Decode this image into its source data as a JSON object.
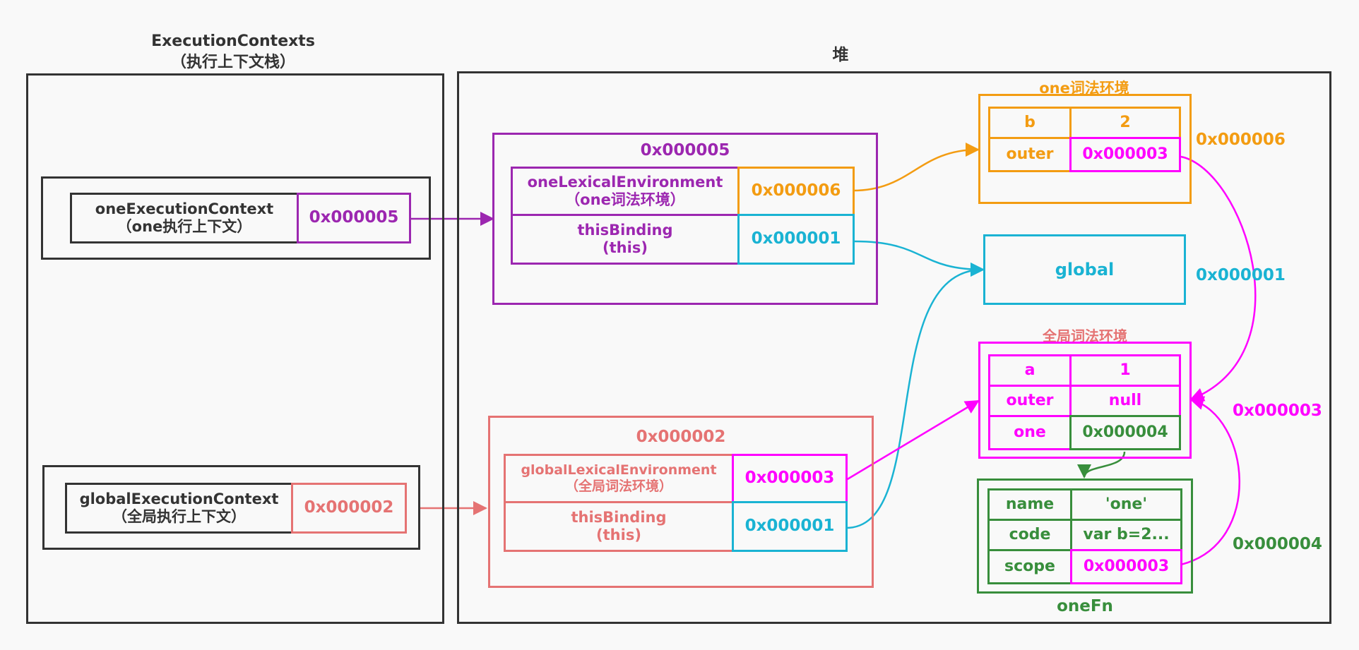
{
  "stack": {
    "title": "ExecutionContexts",
    "subtitle": "（执行上下文栈）",
    "one_ctx": {
      "name": "oneExecutionContext",
      "name2": "（one执行上下文）",
      "addr": "0x000005"
    },
    "global_ctx": {
      "name": "globalExecutionContext",
      "name2": "（全局执行上下文）",
      "addr": "0x000002"
    }
  },
  "heap": {
    "title": "堆",
    "obj5": {
      "addr": "0x000005",
      "lex_label": "oneLexicalEnvironment",
      "lex_label2": "（one词法环境）",
      "lex_value": "0x000006",
      "this_label": "thisBinding",
      "this_label2": "(this)",
      "this_value": "0x000001"
    },
    "obj2": {
      "addr": "0x000002",
      "lex_label": "globalLexicalEnvironment",
      "lex_label2": "（全局词法环境）",
      "lex_value": "0x000003",
      "this_label": "thisBinding",
      "this_label2": "(this)",
      "this_value": "0x000001"
    },
    "one_env": {
      "title": "one词法环境",
      "addr": "0x000006",
      "rows": [
        [
          "b",
          "2"
        ],
        [
          "outer",
          "0x000003"
        ]
      ]
    },
    "global": {
      "label": "global",
      "addr": "0x000001"
    },
    "global_env": {
      "title": "全局词法环境",
      "addr": "0x000003",
      "rows": [
        [
          "a",
          "1"
        ],
        [
          "outer",
          "null"
        ],
        [
          "one",
          "0x000004"
        ]
      ]
    },
    "fn": {
      "title": "oneFn",
      "addr": "0x000004",
      "rows": [
        [
          "name",
          "'one'"
        ],
        [
          "code",
          "var b=2..."
        ],
        [
          "scope",
          "0x000003"
        ]
      ]
    }
  },
  "colors": {
    "purple": "#9c27b0",
    "orange": "#f39c12",
    "cyan": "#1ab3d3",
    "salmon": "#e57373",
    "magenta": "#ff00ff",
    "green": "#388e3c",
    "dark": "#333333"
  }
}
